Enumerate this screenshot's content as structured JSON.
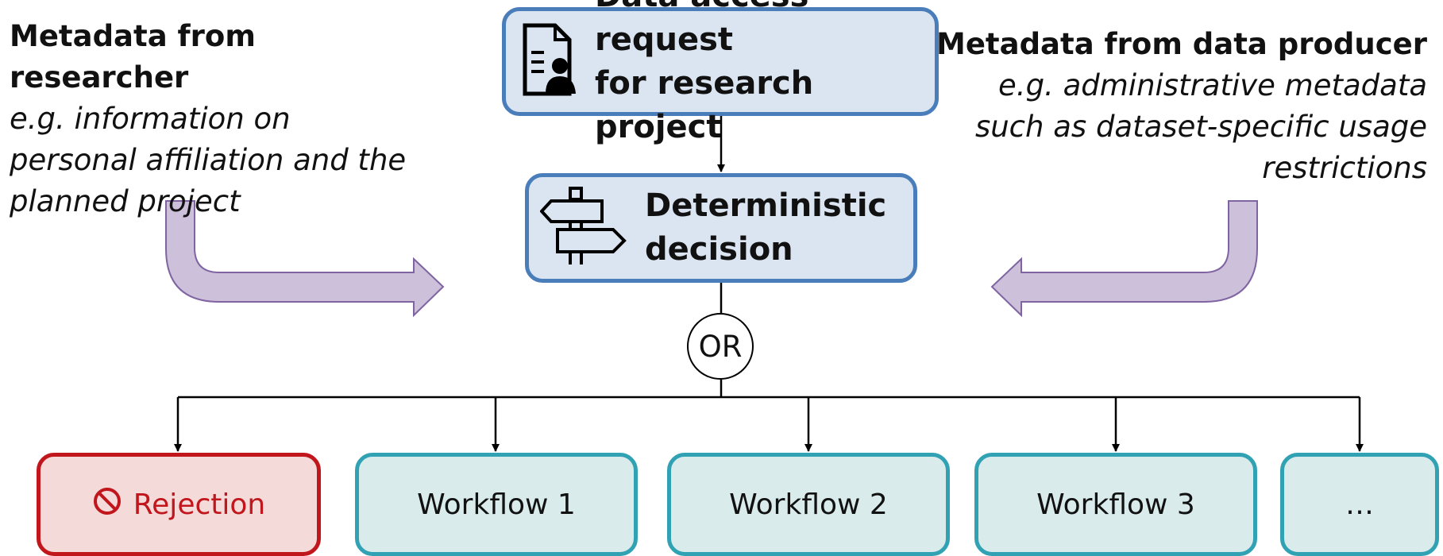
{
  "notes": {
    "left": {
      "heading": "Metadata from researcher",
      "body": "e.g. information on personal affiliation and the planned project"
    },
    "right": {
      "heading": "Metadata from data producer",
      "body": "e.g. administrative metadata such as dataset-specific usage restrictions"
    }
  },
  "boxes": {
    "request": {
      "line1": "Data access request",
      "line2": "for research project",
      "icon": "document-person-icon"
    },
    "decision": {
      "line1": "Deterministic",
      "line2": "decision",
      "icon": "signpost-icon"
    },
    "or_label": "OR"
  },
  "outcomes": {
    "rejection": {
      "label": "Rejection",
      "icon": "prohibited-icon"
    },
    "workflow1": "Workflow 1",
    "workflow2": "Workflow 2",
    "workflow3": "Workflow 3",
    "more": "…"
  },
  "colors": {
    "process_fill": "#dbe5f1",
    "process_border": "#4a7ebb",
    "rejection_fill": "#f5dada",
    "rejection_border": "#c0161c",
    "workflow_fill": "#d9ebeb",
    "workflow_border": "#31a2b3",
    "input_arrow_fill": "#ccc0da",
    "input_arrow_border": "#8064a2"
  }
}
